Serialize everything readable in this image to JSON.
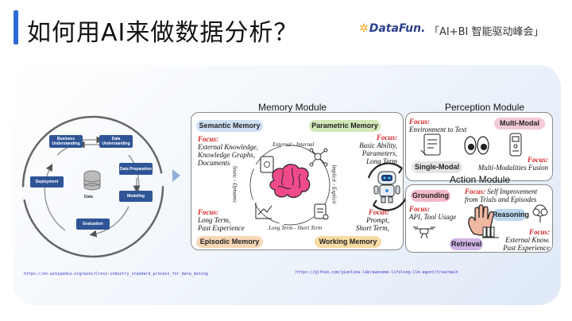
{
  "header": {
    "title": "如何用AI来做数据分析？",
    "logo_text": "DataFun.",
    "event_text": "「AI+BI 智能驱动峰会」"
  },
  "crisp": {
    "business_understanding": "Business Understanding",
    "data_understanding": "Data Understanding",
    "data_preparation": "Data Preparation",
    "modeling": "Modeling",
    "evaluation": "Evaluation",
    "deployment": "Deployment",
    "data": "Data",
    "url": "https://en.wikipedia.org/wiki/Cross-industry_standard_process_for_data_mining"
  },
  "memory": {
    "title": "Memory Module",
    "semantic": {
      "label": "Semantic Memory",
      "focus_label": "Focus:",
      "lines": [
        "External Knowledge,",
        "Knowledge Graphs,",
        "Documents"
      ]
    },
    "parametric": {
      "label": "Parametric Memory",
      "focus_label": "Focus:",
      "lines": [
        "Basic Ability,",
        "Parameters,",
        "Long Term"
      ]
    },
    "episodic": {
      "label": "Episodic Memory",
      "focus_label": "Focus:",
      "lines": [
        "Long Term,",
        "Past Experience"
      ]
    },
    "working": {
      "label": "Working Memory",
      "focus_label": "Focus:",
      "lines": [
        "Prompt,",
        "Short Term,"
      ]
    },
    "axes": {
      "external_internal": "External - Internal",
      "implicit_explicit": "Implicit - Explicit",
      "static_dynamic": "Static - Dynamic",
      "long_short": "Long Term - Short Term"
    }
  },
  "perception": {
    "title": "Perception Module",
    "focus_label": "Focus:",
    "focus_text": "Environment to Text",
    "multi_modal": "Multi-Modal",
    "single_modal": "Single-Modal",
    "fusion_focus_label": "Focus:",
    "fusion_text": "Multi-Modalities Fusion"
  },
  "action": {
    "title": "Action Module",
    "self_focus_label": "Focus:",
    "self_lines": [
      "Self Improvement",
      "from Trials and Episodes"
    ],
    "grounding": "Grounding",
    "grounding_focus_label": "Focus:",
    "grounding_text": "API, Tool Usage",
    "reasoning": "Reasoning",
    "retrieval": "Retrieval",
    "retrieval_focus_label": "Focus:",
    "retrieval_lines": [
      "External Know.",
      "Past Experience"
    ]
  },
  "source_url": "https://github.com/qianlima-lab/awesome-lifelong-llm-agent/tree/main",
  "colors": {
    "accent": "#2d6bd6",
    "semantic_pill": "#cfe0f5",
    "parametric_pill": "#d2e8b8",
    "episodic_pill": "#f7d7b5",
    "working_pill": "#f6dca4",
    "multimodal_pill": "#f3c9d6",
    "singlemodal_pill": "#e4e4e4",
    "grounding_pill": "#f2b9c9",
    "reasoning_pill": "#bcd7ef",
    "retrieval_pill": "#d0b3e6",
    "crisp_node": "#2f5597",
    "focus_red": "#d42020"
  },
  "icons": [
    "brain-icon",
    "robot-icon",
    "hand-icon",
    "eyes-icon",
    "book-icon",
    "network-icon",
    "scroll-icon",
    "chart-icon",
    "tablet-icon",
    "phone-icon",
    "tree-icon",
    "drone-icon",
    "database-icon",
    "arrow-right-icon"
  ]
}
